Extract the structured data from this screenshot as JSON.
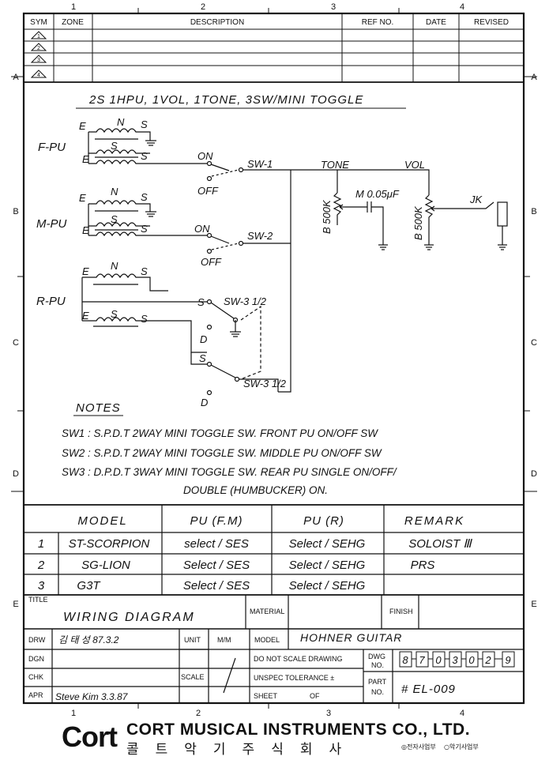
{
  "grid": {
    "col_markers": [
      "1",
      "2",
      "3",
      "4"
    ],
    "row_markers": [
      "A",
      "B",
      "C",
      "D",
      "E"
    ]
  },
  "revision_table": {
    "headers": [
      "SYM",
      "ZONE",
      "DESCRIPTION",
      "REF NO.",
      "DATE",
      "REVISED"
    ],
    "symbols": [
      "1",
      "2",
      "3",
      "4"
    ]
  },
  "diagram": {
    "heading": "2S 1HPU, 1VOL, 1TONE, 3SW/MINI TOGGLE",
    "pickups": {
      "front": "F-PU",
      "middle": "M-PU",
      "rear": "R-PU"
    },
    "coil_labels": {
      "n": "N",
      "s": "S",
      "e": "E"
    },
    "switches": {
      "sw1": "SW-1",
      "sw2": "SW-2",
      "sw3a": "SW-3 1/2",
      "sw3b": "SW-3 1/2",
      "on": "ON",
      "off": "OFF",
      "s": "S",
      "d": "D"
    },
    "controls": {
      "tone": "TONE",
      "vol": "VOL",
      "tone_pot": "B 500K",
      "cap": "M 0.05μF",
      "vol_pot": "B 500K",
      "jack": "JK"
    }
  },
  "notes": {
    "title": "NOTES",
    "lines": [
      "SW1 : S.P.D.T  2WAY MINI TOGGLE SW. FRONT PU  ON/OFF SW",
      "SW2 : S.P.D.T  2WAY MINI TOGGLE SW. MIDDLE PU ON/OFF SW",
      "SW3 : D.P.D.T  3WAY MINI TOGGLE SW. REAR PU SINGLE ON/OFF/",
      "DOUBLE (HUMBUCKER) ON."
    ]
  },
  "model_table": {
    "headers": [
      "MODEL",
      "PU (F.M)",
      "PU (R)",
      "REMARK"
    ],
    "rows": [
      {
        "no": "1",
        "model": "ST-SCORPION",
        "pu_fm": "select / SES",
        "pu_r": "Select / SEHG",
        "remark": "SOLOIST Ⅲ"
      },
      {
        "no": "2",
        "model": "SG-LION",
        "pu_fm": "Select / SES",
        "pu_r": "Select / SEHG",
        "remark": "PRS"
      },
      {
        "no": "3",
        "model": "G3T",
        "pu_fm": "Select / SES",
        "pu_r": "Select / SEHG",
        "remark": ""
      }
    ]
  },
  "title_block": {
    "title_label": "TITLE",
    "title_value": "WIRING DIAGRAM",
    "material_label": "MATERIAL",
    "finish_label": "FINISH",
    "drw_label": "DRW",
    "drw_value": "김 태 성  87.3.2",
    "dgn_label": "DGN",
    "chk_label": "CHK",
    "apr_label": "APR",
    "apr_value": "Steve Kim  3.3.87",
    "unit_label": "UNIT",
    "unit_value": "M/M",
    "scale_label": "SCALE",
    "model_label": "MODEL",
    "model_value": "HOHNER  GUITAR",
    "no_scale": "DO NOT SCALE DRAWING",
    "unspec_tol": "UNSPEC TOLERANCE ±",
    "sheet_label": "SHEET",
    "of_label": "OF",
    "dwg_label": "DWG",
    "dwg_label2": "NO.",
    "dwg_digits": [
      "8",
      "7",
      "0",
      "3",
      "0",
      "2",
      "9"
    ],
    "part_label": "PART",
    "part_label2": "NO.",
    "part_value": "# EL-009"
  },
  "footer": {
    "logo": "Cort",
    "company": "CORT MUSICAL INSTRUMENTS CO., LTD.",
    "korean": "콜트악기주식회사",
    "note1": "◎전자사업부",
    "note2": "○악기사업부"
  }
}
